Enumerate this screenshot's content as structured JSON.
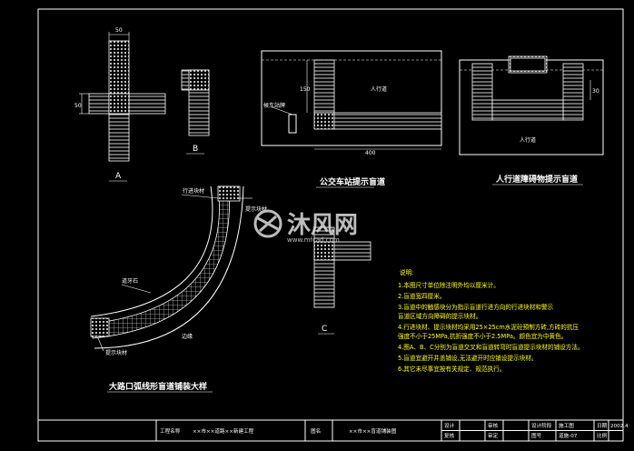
{
  "colors": {
    "background": "#000000",
    "line": "#ffffff",
    "note_text": "#ffff00",
    "watermark": "#dddddd"
  },
  "figures": {
    "fig_a": {
      "label": "A",
      "dim_top": "50",
      "dim_left": "50"
    },
    "fig_b": {
      "label": "B"
    },
    "fig_c": {
      "label": "C"
    },
    "bus_station": {
      "title": "公交车站提示盲道",
      "sidewalk_label": "人行道",
      "sign_label": "候车站牌",
      "dim_side": "150",
      "dim_bottom": "400"
    },
    "obstacle": {
      "title": "人行道障碍物提示盲道",
      "sidewalk_label": "人行道",
      "dim_side": "30"
    },
    "curve": {
      "title": "大路口弧线形盲道铺装大样",
      "label_walk_block": "行进块材",
      "label_warn_block": "提示块材",
      "label_curb_stone": "道牙石",
      "label_warn_block2": "提示块材",
      "label_edge": "边缘"
    }
  },
  "notes": {
    "heading": "说明:",
    "items": [
      "1.本图尺寸单位除注明外均以厘米计。",
      "2.盲道宽四厘米。",
      "3.盲道中的触感块分为指示盲道行进方向的行进块材和警示",
      "  盲道区域方向障碍的提示块材。",
      "4.行进块材、提示块材均采用25×25cm水泥砼预制方砖,方砖的抗压",
      "  强度不小于25MPa,抗折强度不小于2.5MPa。颜色宜为中黄色。",
      "4.图A、B、C分别为盲道交叉和盲道转弯时盲道提示块材的铺设方法。",
      "5.盲道宜避开井盖铺设,无法避开时应铺设提示块材。",
      "6.其它未尽事宜按有关规定、规范执行。"
    ]
  },
  "watermark": {
    "logo": "沐风网",
    "url": "www.mfcad.com"
  },
  "title_block": {
    "project_label": "工程名称",
    "project_value": "××市××道路××新建工程",
    "drawing_label": "图名",
    "drawing_value": "××市××盲道铺装图",
    "design_label": "设计",
    "review_label": "复核",
    "check_label": "审核",
    "approve_label": "审定",
    "stage_label": "设计阶段",
    "stage_value": "施工图",
    "number_label": "图号",
    "number_value": "道施-07",
    "date_label": "日期",
    "date_value": "2002.4",
    "scale_label": "比例",
    "scale_value": ""
  }
}
